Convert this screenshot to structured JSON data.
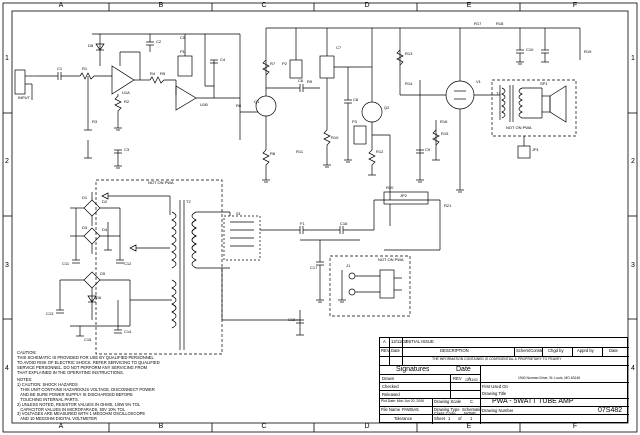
{
  "zones": {
    "columns": [
      "A",
      "B",
      "C",
      "D",
      "E",
      "F"
    ],
    "rows": [
      "1",
      "2",
      "3",
      "4"
    ]
  },
  "blocks": {
    "not_on_pwa_power": "NOT ON PWA",
    "not_on_pwa_speaker": "NOT ON PWA",
    "not_on_pwa_ac": "NOT ON PWA",
    "input_label": "INPUT"
  },
  "components": {
    "d8": "D8",
    "c1": "C1",
    "r1": "R1",
    "r2": "R2",
    "c2": "C2",
    "r3": "R3",
    "u1a": "U1A",
    "u1b": "U1B",
    "c3": "C3",
    "c4": "C4",
    "r4": "R4",
    "r5": "R5",
    "p1": "P1",
    "c5": "C5",
    "r6": "R6",
    "r7": "R7",
    "r8": "R8",
    "r9": "R9",
    "c6": "C6",
    "c7": "C7",
    "r10": "R10",
    "q1": "Q1",
    "q2": "Q2",
    "p2": "P2",
    "r11": "R11",
    "r12": "R12",
    "c8": "C8",
    "p3": "P3",
    "r13": "R13",
    "r14": "R14",
    "c9": "C9",
    "r15": "R15",
    "r16": "R16",
    "v1": "V1",
    "r17": "R17",
    "r18": "R18",
    "c10": "C10",
    "t1": "T1",
    "sp1": "SP1",
    "jp1": "JP1",
    "r19": "R19",
    "d1": "D1",
    "d2": "D2",
    "d3": "D3",
    "d4": "D4",
    "d5": "D5",
    "d6": "D6",
    "c11": "C11",
    "c12": "C12",
    "c13": "C13",
    "c14": "C14",
    "c15": "C15",
    "t2": "T2",
    "f1": "F1",
    "s1": "S1",
    "j1": "J1",
    "c16": "C16",
    "c17": "C17",
    "c18": "C18",
    "r20": "R20",
    "r21": "R21",
    "jp2": "JP2"
  },
  "notes": {
    "caution_title": "CAUTION:",
    "caution_text": "THIS SCHEMATIC IS PROVIDED FOR USE BY QUALIFIED PERSONNEL\nTO AVOID RISK OF ELECTRIC SHOCK. REFER SERVICING TO QUALIFIED\nSERVICE PERSONNEL. DO NOT PERFORM ANY SERVICING FROM\nTHAT EXPLAINED IN THE OPERATING INSTRUCTIONS.",
    "notes_title": "NOTES:",
    "notes_text": "1) CAUTION: SHOCK HAZARDS\n   THIS UNIT CONTAINS HAZARDOUS VOLTAGE. DISCONNECT POWER\n   AND BE SURE POWER SUPPLY IS DISCHARGED BEFORE\n   TOUCHING INTERNAL PARTS.\n2) UNLESS NOTED, RESISTOR VALUES IN OHMS, 1/8W 5% TOL\n   CAPACITOR VALUES IN MICROFARADS, 50V 10% TOL\n3) VOLTAGES ARE MEASURED WITH 1 MEGOHM OSCILLOSCOPE\n   AND 10 MEGOHM DIGITAL VOLTMETER"
  },
  "title_block": {
    "rev_row": {
      "rev": "A",
      "date": "12/11/02",
      "desc": "INITIAL ISSUE"
    },
    "rev_header": [
      "REV",
      "Date",
      "DESCRIPTION",
      "Schem/Constr",
      "Chgd by",
      "Apprd by",
      "Date"
    ],
    "confidential": "THE INFORMATION CONTAINED IS CONFIDENTIAL & PROPRIETARY TO PEAVEY",
    "signatures": "Signatures",
    "date_label": "Date",
    "drawn": "Drawn",
    "checked": "Checked",
    "released": "Released",
    "rev_label": "REV",
    "rev_value": "A",
    "rev_date": "12/11/02",
    "first_used": "First Used On",
    "company_address": "1940 Norman Drive, St. Louis, MO 63146",
    "drawing_scale_label": "Drawing Scale",
    "drawing_scale_value": "C",
    "drawing_title_label": "Drawing Title",
    "drawing_title_value": "PWA - 5WATT TUBE AMP",
    "plot_date": "Plot Date: Mon Jun 20, 2006",
    "drawing_type_label": "Drawing Type",
    "drawing_type_value": "Schematic",
    "file_name_label": "File Name",
    "file_name_value": "PAW5A5",
    "class_code_label": "Class Code",
    "class_code_value": "NONE",
    "drawing_number_label": "Drawing Number",
    "drawing_number_value": "07S482",
    "tolerance": "Tolerance",
    "sheet_label": "Sheet",
    "sheet_num": "1",
    "of_label": "of",
    "sheet_total": "1"
  }
}
